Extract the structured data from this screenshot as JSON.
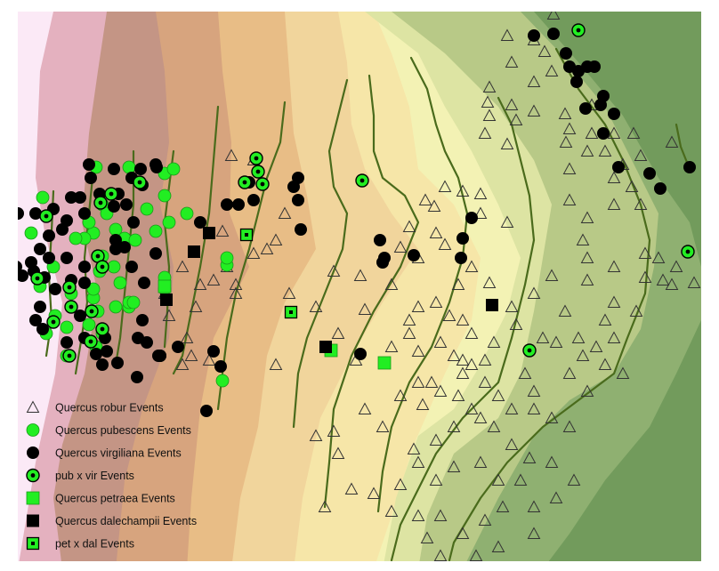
{
  "map": {
    "colors": {
      "zone_1": "#fbe9f6",
      "zone_2": "#e4b1bf",
      "zone_3": "#c49585",
      "zone_4": "#d7a47e",
      "zone_5": "#e8bd86",
      "zone_6": "#f1d59c",
      "zone_7": "#f6e6a8",
      "zone_8": "#f3f2b4",
      "zone_9": "#dde4a3",
      "zone_10": "#b8c987",
      "zone_11": "#8fb071",
      "zone_12": "#729b5c",
      "contour": "#4a6b1c",
      "green": "#22ee22",
      "black": "#000000"
    }
  },
  "legend": {
    "items": [
      {
        "id": "robur",
        "symbol": "triangle",
        "label": "Quercus robur Events"
      },
      {
        "id": "pubescens",
        "symbol": "green-circle",
        "label": "Quercus pubescens Events"
      },
      {
        "id": "virgiliana",
        "symbol": "black-circle",
        "label": "Quercus virgiliana Events"
      },
      {
        "id": "pubxvir",
        "symbol": "green-circle-dot",
        "label": "pub x vir Events"
      },
      {
        "id": "petraea",
        "symbol": "green-square",
        "label": "Quercus petraea Events"
      },
      {
        "id": "dalechampii",
        "symbol": "black-square",
        "label": "Quercus dalechampii Events"
      },
      {
        "id": "petxdal",
        "symbol": "green-square-dot",
        "label": "pet x dal Events"
      }
    ]
  }
}
